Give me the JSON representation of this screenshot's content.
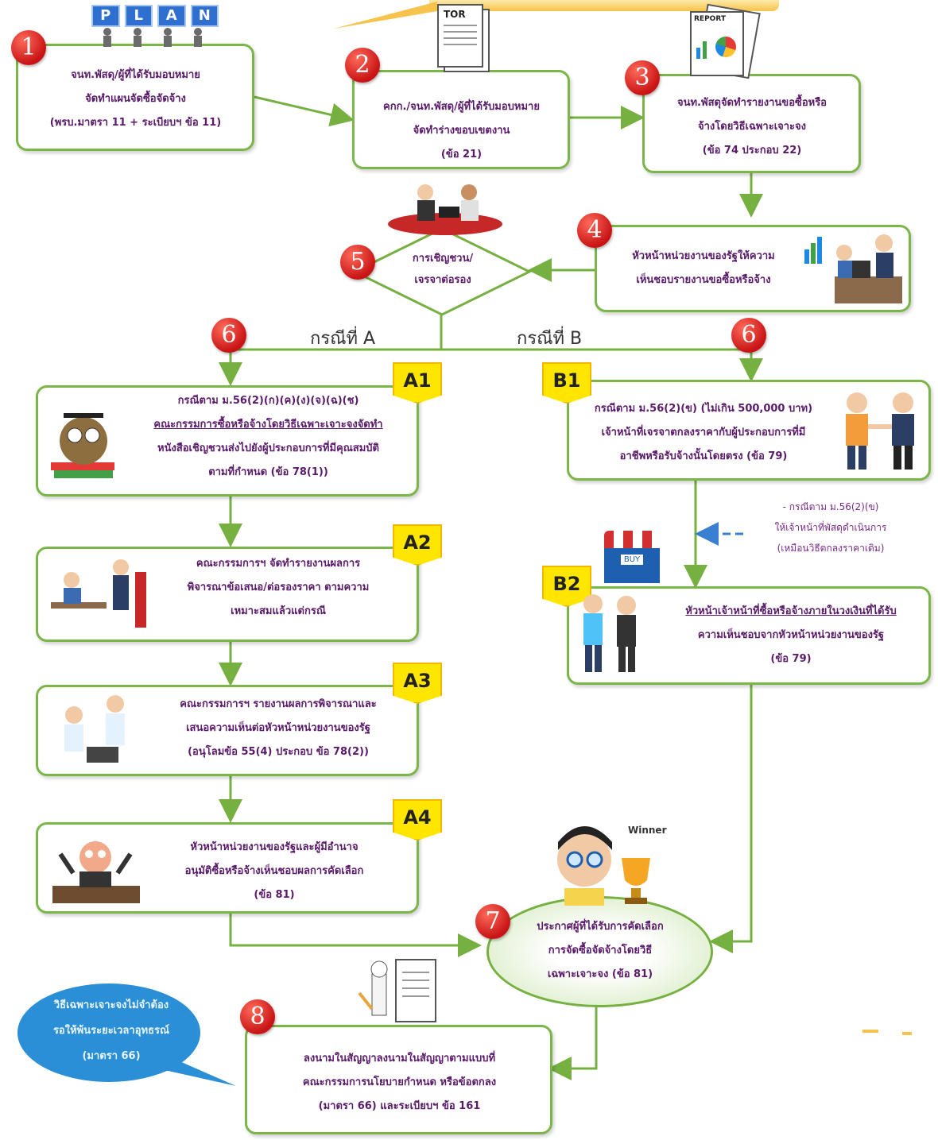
{
  "header_banner": "",
  "step1": {
    "number": "1",
    "plan_letters": [
      "P",
      "L",
      "A",
      "N"
    ],
    "lines": [
      "จนท.พัสดุ/ผู้ที่ได้รับมอบหมาย",
      "จัดทำแผนจัดซื้อจัดจ้าง",
      "(พรบ.มาตรา 11 + ระเบียบฯ ข้อ 11)"
    ]
  },
  "step2": {
    "number": "2",
    "doc_label": "TOR",
    "lines": [
      "คกก./จนท.พัสดุ/ผู้ที่ได้รับมอบหมาย",
      "จัดทำร่างขอบเขตงาน",
      "(ข้อ 21)"
    ]
  },
  "step3": {
    "number": "3",
    "doc_label": "REPORT",
    "lines": [
      "จนท.พัสดุจัดทำรายงานขอซื้อหรือ",
      "จ้างโดยวิธีเฉพาะเจาะจง",
      "(ข้อ 74 ประกอบ 22)"
    ]
  },
  "step4": {
    "number": "4",
    "lines": [
      "หัวหน้าหน่วยงานของรัฐให้ความ",
      "เห็นชอบรายงานขอซื้อหรือจ้าง"
    ]
  },
  "step5": {
    "number": "5",
    "lines": [
      "การเชิญชวน/",
      "เจรจาต่อรอง"
    ]
  },
  "step6": {
    "number": "6",
    "case_a": "กรณีที่ A",
    "case_b": "กรณีที่ B"
  },
  "a1": {
    "tag": "A1",
    "lines": [
      "กรณีตาม ม.56(2)(ก)(ค)(ง)(จ)(ฉ)(ช)",
      "คณะกรรมการซื้อหรือจ้างโดยวิธีเฉพาะเจาะจงจัดทำ",
      "หนังสือเชิญชวนส่งไปยังผู้ประกอบการที่มีคุณสมบัติ",
      "ตามที่กำหนด (ข้อ 78(1))"
    ]
  },
  "a2": {
    "tag": "A2",
    "lines": [
      "คณะกรรมการฯ จัดทำรายงานผลการ",
      "พิจารณาข้อเสนอ/ต่อรองราคา ตามความ",
      "เหมาะสมแล้วแต่กรณี"
    ]
  },
  "a3": {
    "tag": "A3",
    "lines": [
      "คณะกรรมการฯ รายงานผลการพิจารณาและ",
      "เสนอความเห็นต่อหัวหน้าหน่วยงานของรัฐ",
      "(อนุโลมข้อ 55(4) ประกอบ ข้อ 78(2))"
    ]
  },
  "a4": {
    "tag": "A4",
    "lines": [
      "หัวหน้าหน่วยงานของรัฐและผู้มีอำนาจ",
      "อนุมัติซื้อหรือจ้างเห็นชอบผลการคัดเลือก",
      "(ข้อ 81)"
    ]
  },
  "b1": {
    "tag": "B1",
    "lines": [
      "กรณีตาม ม.56(2)(ข) (ไม่เกิน 500,000 บาท)",
      "เจ้าหน้าที่เจรจาตกลงราคากับผู้ประกอบการที่มี",
      "อาชีพหรือรับจ้างนั้นโดยตรง (ข้อ 79)"
    ]
  },
  "b_note": {
    "lines": [
      "- กรณีตาม ม.56(2)(ข)",
      "ให้เจ้าหน้าที่พัสดุดำเนินการ",
      "(เหมือนวิธีตกลงราคาเดิม)"
    ]
  },
  "b2": {
    "tag": "B2",
    "shop_label": "BUY",
    "lines": [
      "หัวหน้าเจ้าหน้าที่ซื้อหรือจ้างภายในวงเงินที่ได้รับ",
      "ความเห็นชอบจากหัวหน้าหน่วยงานของรัฐ",
      "(ข้อ 79)"
    ]
  },
  "step7": {
    "number": "7",
    "winner_label": "Winner",
    "lines": [
      "ประกาศผู้ที่ได้รับการคัดเลือก",
      "การจัดซื้อจัดจ้างโดยวิธี",
      "เฉพาะเจาะจง (ข้อ 81)"
    ]
  },
  "step8": {
    "number": "8",
    "lines": [
      "ลงนามในสัญญาลงนามในสัญญาตามแบบที่",
      "คณะกรรมการนโยบายกำหนด หรือข้อตกลง",
      "(มาตรา 66) และระเบียบฯ ข้อ 161"
    ]
  },
  "bubble": {
    "lines": [
      "วิธีเฉพาะเจาะจงไม่จำต้อง",
      "รอให้พ้นระยะเวลาอุทธรณ์",
      "(มาตรา 66)"
    ]
  },
  "colors": {
    "border": "#7ab648",
    "text": "#5a1a6a",
    "number": "#d41c1c",
    "tag": "#ffe600",
    "bubble": "#2a8fd6",
    "line": "#76b041"
  }
}
